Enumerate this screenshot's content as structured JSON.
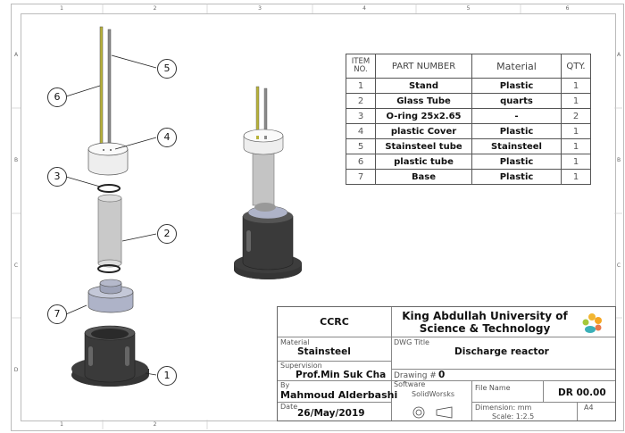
{
  "border": {
    "columns": [
      "1",
      "2",
      "3",
      "4",
      "5",
      "6"
    ],
    "rows": [
      "A",
      "B",
      "C",
      "D"
    ]
  },
  "balloons": [
    "1",
    "2",
    "3",
    "4",
    "5",
    "6",
    "7"
  ],
  "bom": {
    "headers": {
      "item": "ITEM NO.",
      "part": "PART NUMBER",
      "material": "Material",
      "qty": "QTY."
    },
    "rows": [
      {
        "item": "1",
        "part": "Stand",
        "material": "Plastic",
        "qty": "1"
      },
      {
        "item": "2",
        "part": "Glass Tube",
        "material": "quarts",
        "qty": "1"
      },
      {
        "item": "3",
        "part": "O-ring 25x2.65",
        "material": "-",
        "qty": "2"
      },
      {
        "item": "4",
        "part": "plastic Cover",
        "material": "Plastic",
        "qty": "1"
      },
      {
        "item": "5",
        "part": "Stainsteel tube",
        "material": "Stainsteel",
        "qty": "1"
      },
      {
        "item": "6",
        "part": "plastic tube",
        "material": "Plastic",
        "qty": "1"
      },
      {
        "item": "7",
        "part": "Base",
        "material": "Plastic",
        "qty": "1"
      }
    ]
  },
  "title_block": {
    "org": "CCRC",
    "university_line1": "King Abdullah University of",
    "university_line2": "Science & Technology",
    "material_label": "Material",
    "material": "Stainsteel",
    "supervision_label": "Supervision",
    "supervisor": "Prof.Min Suk Cha",
    "by_label": "By",
    "author": "Mahmoud Alderbashi",
    "date_label": "Date",
    "date": "26/May/2019",
    "dwg_title_label": "DWG Title",
    "dwg_title": "Discharge reactor",
    "drawing_no_label": "Drawing #",
    "drawing_no": "0",
    "software_label": "Software",
    "software": "SolidWorsks",
    "file_name_label": "File Name",
    "file_name": "DR 00.00",
    "dimension": "Dimension: mm",
    "sheet_size": "A4",
    "scale": "Scale: 1:2.5"
  },
  "colors": {
    "plastic_dark": "#3a3a3a",
    "cover": "#f2f2f2",
    "rod_yellow": "#b8b23a",
    "rod_steel": "#8a8a8a",
    "base_blue": "#aeb3c8"
  }
}
